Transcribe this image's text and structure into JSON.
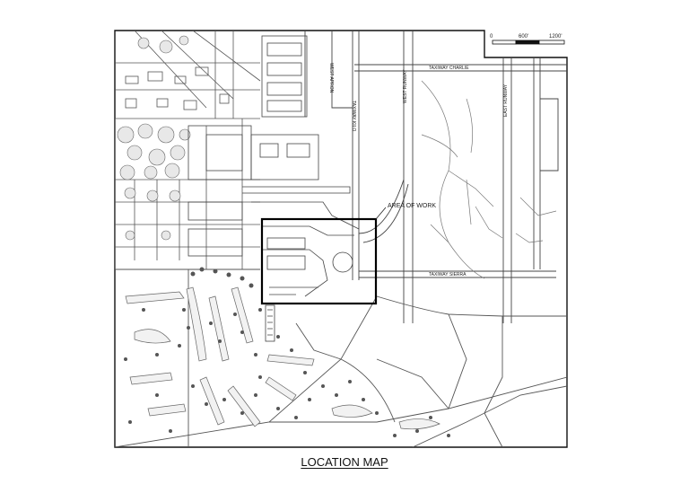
{
  "map": {
    "title": "LOCATION MAP",
    "area_label": "AREA OF WORK",
    "scale": {
      "ticks": [
        "0",
        "600'",
        "1200'"
      ]
    },
    "labels": {
      "west_apron": "WEST APRON",
      "taxiway_kilo": "TAXIWAY KILO",
      "west_runway": "WEST RUNWAY",
      "east_runway": "EAST RUNWAY",
      "taxiway_charlie": "TAXIWAY CHARLIE",
      "taxiway_sierra": "TAXIWAY SIERRA"
    }
  }
}
